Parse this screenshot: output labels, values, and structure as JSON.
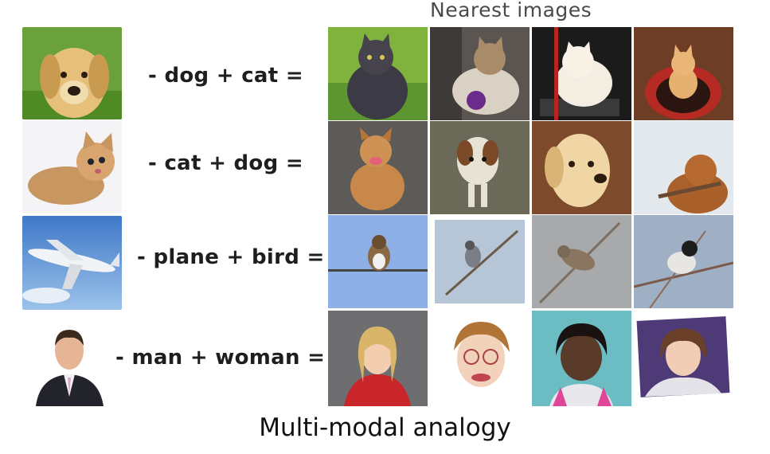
{
  "header": {
    "title": "Nearest images"
  },
  "caption": "Multi-modal analogy",
  "rows": [
    {
      "equation": "- dog + cat =",
      "query_icon": "golden-retriever-photo",
      "results": [
        "black-cat-on-grass-photo",
        "tabby-cat-with-purple-flower-photo",
        "white-cat-in-carrier-photo",
        "orange-cat-in-red-bed-photo"
      ]
    },
    {
      "equation": "- cat + dog =",
      "query_icon": "kitten-lying-photo",
      "results": [
        "tan-dog-sitting-photo",
        "spotted-dog-on-ground-photo",
        "golden-retriever-head-photo",
        "brown-dog-with-stick-photo"
      ]
    },
    {
      "equation": "- plane + bird =",
      "query_icon": "airplane-in-sky-photo",
      "results": [
        "bird-on-wire-photo",
        "bird-on-branch-framed-photo",
        "sparrow-on-twig-photo",
        "chickadee-on-branch-photo"
      ]
    },
    {
      "equation": "- man + woman =",
      "query_icon": "businessman-portrait-photo",
      "results": [
        "girl-smiling-photo",
        "woman-with-glasses-photo",
        "girl-curly-hair-photo",
        "woman-portrait-photo"
      ]
    }
  ],
  "colors": {
    "text": "#1e1e1e",
    "header": "#4a4a4a",
    "caption": "#111111"
  }
}
